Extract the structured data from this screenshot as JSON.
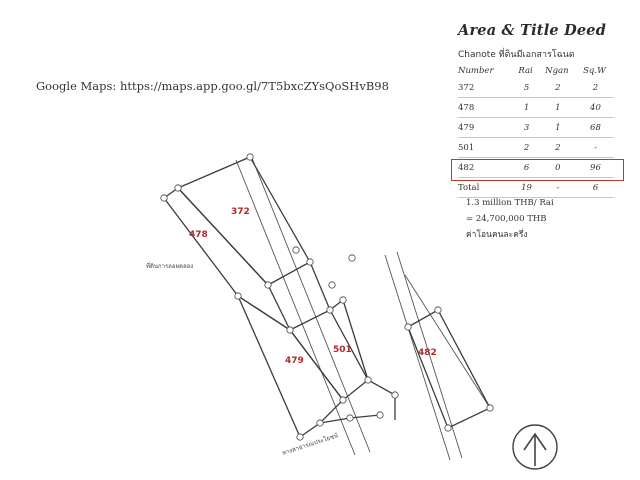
{
  "maps_link": "Google Maps: https://maps.app.goo.gl/7T5bxcZYsQoSHvB98",
  "panel": {
    "title": "Area & Title Deed",
    "subtitle": "Chanote ที่ดินมีเอกสารโฉนด",
    "columns": [
      "Number",
      "Rai",
      "Ngan",
      "Sq.W"
    ],
    "rows": [
      {
        "number": "372",
        "rai": "5",
        "ngan": "2",
        "sqw": "2"
      },
      {
        "number": "478",
        "rai": "1",
        "ngan": "1",
        "sqw": "40"
      },
      {
        "number": "479",
        "rai": "3",
        "ngan": "1",
        "sqw": "68"
      },
      {
        "number": "501",
        "rai": "2",
        "ngan": "2",
        "sqw": "-"
      },
      {
        "number": "482",
        "rai": "6",
        "ngan": "0",
        "sqw": "96"
      }
    ],
    "total": {
      "label": "Total",
      "rai": "19",
      "ngan": "-",
      "sqw": "6"
    },
    "price_per_rai": "1.3 million THB/ Rai",
    "price_total": "= 24,700,000 THB",
    "price_note": "ค่าโอนคนละครึ่ง"
  },
  "map": {
    "parcels": [
      {
        "id": "372",
        "label": "372"
      },
      {
        "id": "478",
        "label": "478"
      },
      {
        "id": "479",
        "label": "479"
      },
      {
        "id": "501",
        "label": "501"
      },
      {
        "id": "482",
        "label": "482"
      }
    ],
    "road_label": "ทางสาธารณประโยชน์",
    "canal_label": "ที่ดินการลอยคลอง",
    "north_arrow": "north-arrow",
    "colors": {
      "parcel_label": "#b02a2a",
      "highlight_box": "#c0392b",
      "lines": "#555555"
    }
  }
}
